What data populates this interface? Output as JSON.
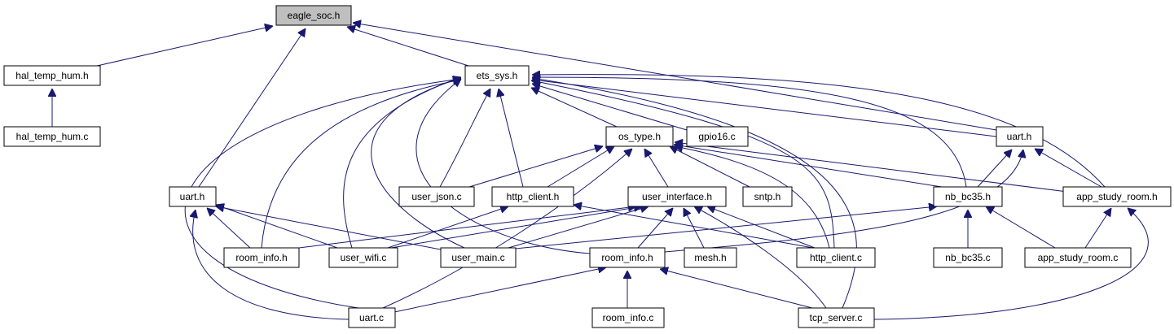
{
  "diagram": {
    "colors": {
      "edge": "#191970",
      "root_fill": "#bfbfbf",
      "node_fill": "#ffffff",
      "node_stroke": "#000000"
    },
    "nodes": {
      "eagle_soc_h": "eagle_soc.h",
      "hal_temp_hum_h": "hal_temp_hum.h",
      "hal_temp_hum_c": "hal_temp_hum.c",
      "ets_sys_h": "ets_sys.h",
      "os_type_h": "os_type.h",
      "gpio16_c": "gpio16.c",
      "uart_h_right": "uart.h",
      "uart_h_left": "uart.h",
      "user_json_c": "user_json.c",
      "http_client_h": "http_client.h",
      "user_interface_h": "user_interface.h",
      "sntp_h": "sntp.h",
      "nb_bc35_h": "nb_bc35.h",
      "app_study_room_h": "app_study_room.h",
      "room_info_h_left": "room_info.h",
      "user_wifi_c": "user_wifi.c",
      "user_main_c": "user_main.c",
      "room_info_h_mid": "room_info.h",
      "mesh_h": "mesh.h",
      "http_client_c": "http_client.c",
      "nb_bc35_c": "nb_bc35.c",
      "app_study_room_c": "app_study_room.c",
      "uart_c": "uart.c",
      "room_info_c": "room_info.c",
      "tcp_server_c": "tcp_server.c"
    },
    "edges": [
      {
        "from": "hal_temp_hum_h",
        "to": "eagle_soc_h"
      },
      {
        "from": "hal_temp_hum_c",
        "to": "hal_temp_hum_h"
      },
      {
        "from": "ets_sys_h",
        "to": "eagle_soc_h"
      },
      {
        "from": "uart_h_left",
        "to": "eagle_soc_h"
      },
      {
        "from": "uart_h_right",
        "to": "eagle_soc_h"
      },
      {
        "from": "os_type_h",
        "to": "ets_sys_h"
      },
      {
        "from": "gpio16_c",
        "to": "ets_sys_h"
      },
      {
        "from": "user_json_c",
        "to": "ets_sys_h"
      },
      {
        "from": "http_client_h",
        "to": "ets_sys_h"
      },
      {
        "from": "room_info_h_left",
        "to": "ets_sys_h"
      },
      {
        "from": "user_wifi_c",
        "to": "ets_sys_h"
      },
      {
        "from": "user_main_c",
        "to": "ets_sys_h"
      },
      {
        "from": "room_info_h_mid",
        "to": "ets_sys_h"
      },
      {
        "from": "uart_c",
        "to": "ets_sys_h"
      },
      {
        "from": "http_client_c",
        "to": "ets_sys_h"
      },
      {
        "from": "tcp_server_c",
        "to": "ets_sys_h"
      },
      {
        "from": "nb_bc35_h",
        "to": "ets_sys_h"
      },
      {
        "from": "app_study_room_h",
        "to": "ets_sys_h"
      },
      {
        "from": "uart_h_right",
        "to": "ets_sys_h"
      },
      {
        "from": "user_json_c",
        "to": "os_type_h"
      },
      {
        "from": "http_client_h",
        "to": "os_type_h"
      },
      {
        "from": "user_interface_h",
        "to": "os_type_h"
      },
      {
        "from": "sntp_h",
        "to": "os_type_h"
      },
      {
        "from": "nb_bc35_h",
        "to": "os_type_h"
      },
      {
        "from": "app_study_room_h",
        "to": "os_type_h"
      },
      {
        "from": "http_client_c",
        "to": "os_type_h"
      },
      {
        "from": "uart_c",
        "to": "os_type_h"
      },
      {
        "from": "nb_bc35_h",
        "to": "uart_h_right"
      },
      {
        "from": "app_study_room_h",
        "to": "uart_h_right"
      },
      {
        "from": "room_info_h_mid",
        "to": "uart_h_right"
      },
      {
        "from": "room_info_h_left",
        "to": "uart_h_left"
      },
      {
        "from": "user_wifi_c",
        "to": "uart_h_left"
      },
      {
        "from": "user_main_c",
        "to": "uart_h_left"
      },
      {
        "from": "uart_c",
        "to": "uart_h_left"
      },
      {
        "from": "user_wifi_c",
        "to": "http_client_h"
      },
      {
        "from": "http_client_c",
        "to": "http_client_h"
      },
      {
        "from": "room_info_h_left",
        "to": "user_interface_h"
      },
      {
        "from": "user_wifi_c",
        "to": "user_interface_h"
      },
      {
        "from": "user_main_c",
        "to": "user_interface_h"
      },
      {
        "from": "room_info_h_mid",
        "to": "user_interface_h"
      },
      {
        "from": "mesh_h",
        "to": "user_interface_h"
      },
      {
        "from": "http_client_c",
        "to": "user_interface_h"
      },
      {
        "from": "tcp_server_c",
        "to": "user_interface_h"
      },
      {
        "from": "user_main_c",
        "to": "nb_bc35_h"
      },
      {
        "from": "nb_bc35_c",
        "to": "nb_bc35_h"
      },
      {
        "from": "app_study_room_c",
        "to": "nb_bc35_h"
      },
      {
        "from": "app_study_room_c",
        "to": "app_study_room_h"
      },
      {
        "from": "tcp_server_c",
        "to": "app_study_room_h"
      },
      {
        "from": "uart_c",
        "to": "room_info_h_mid"
      },
      {
        "from": "room_info_c",
        "to": "room_info_h_mid"
      },
      {
        "from": "tcp_server_c",
        "to": "room_info_h_mid"
      }
    ]
  }
}
